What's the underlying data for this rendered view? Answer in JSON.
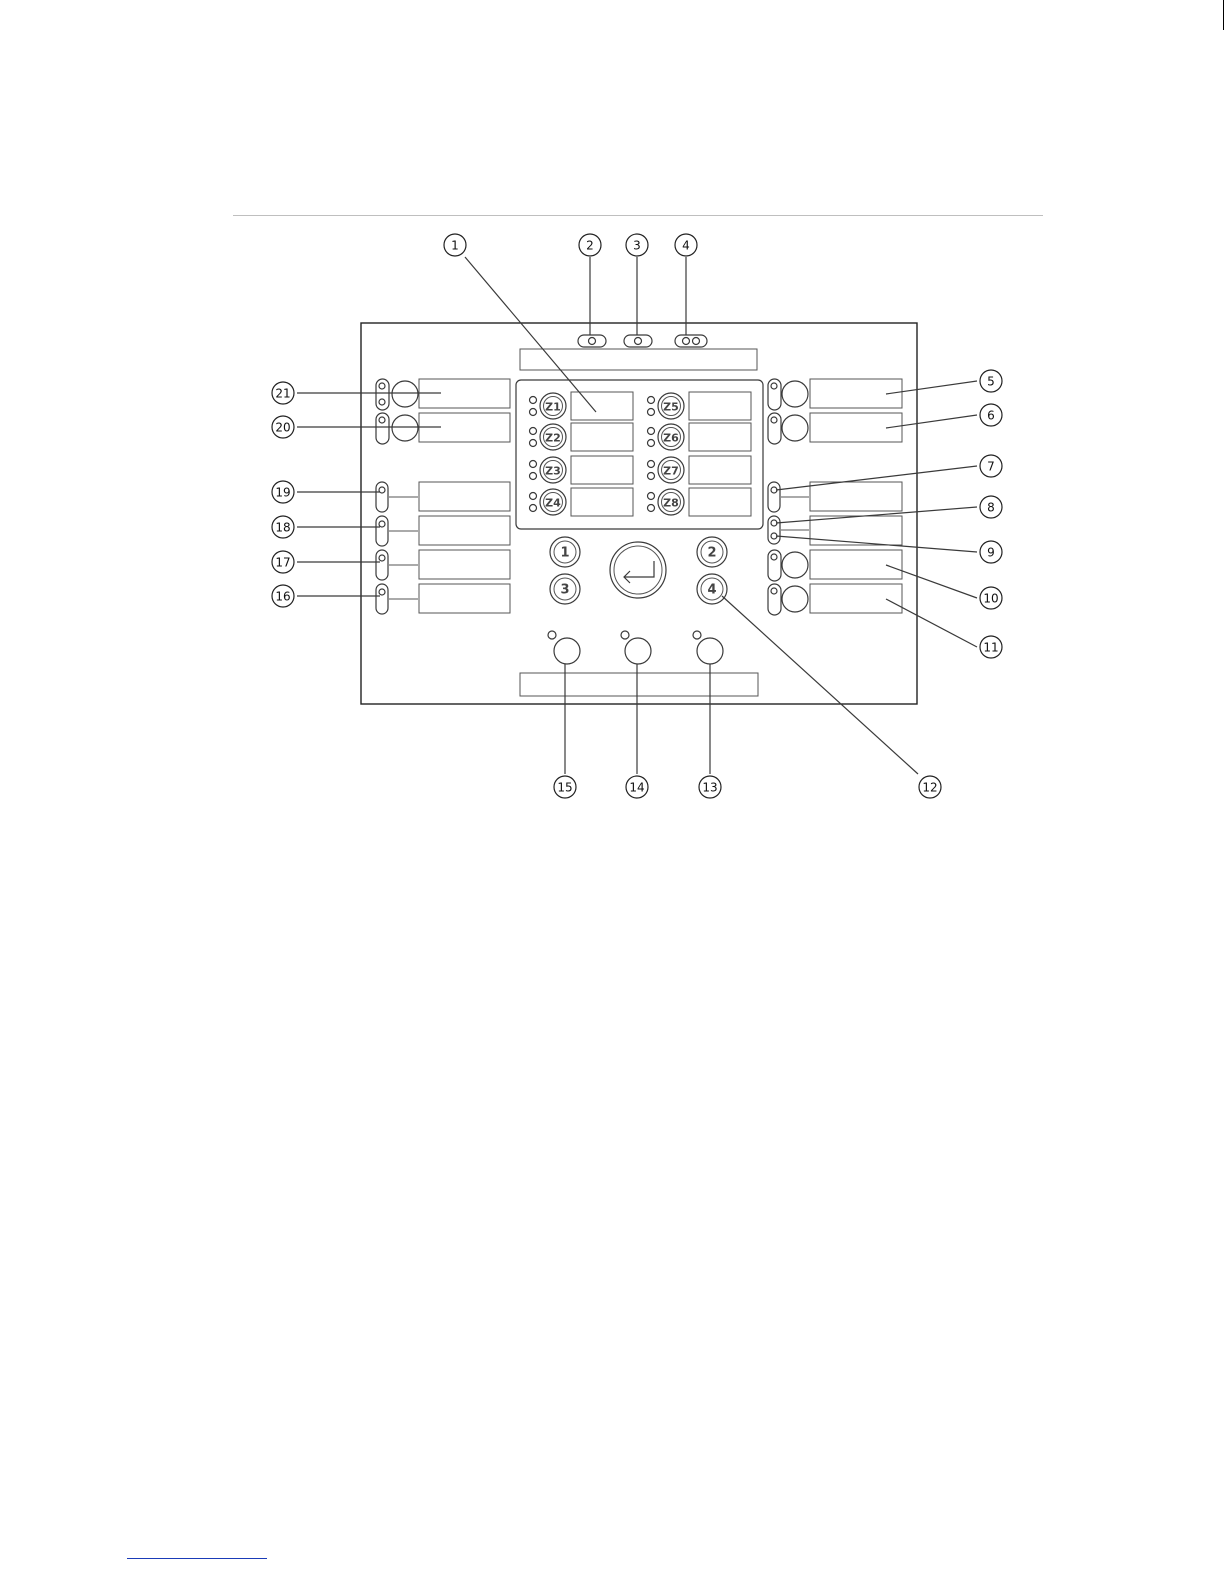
{
  "diagram": {
    "zones_left": [
      {
        "label": "Z1"
      },
      {
        "label": "Z2"
      },
      {
        "label": "Z3"
      },
      {
        "label": "Z4"
      }
    ],
    "zones_right": [
      {
        "label": "Z5"
      },
      {
        "label": "Z6"
      },
      {
        "label": "Z7"
      },
      {
        "label": "Z8"
      }
    ],
    "nav_buttons": [
      {
        "label": "1"
      },
      {
        "label": "2"
      },
      {
        "label": "3"
      },
      {
        "label": "4"
      }
    ],
    "callouts": [
      {
        "label": "1"
      },
      {
        "label": "2"
      },
      {
        "label": "3"
      },
      {
        "label": "4"
      },
      {
        "label": "5"
      },
      {
        "label": "6"
      },
      {
        "label": "7"
      },
      {
        "label": "8"
      },
      {
        "label": "9"
      },
      {
        "label": "10"
      },
      {
        "label": "11"
      },
      {
        "label": "12"
      },
      {
        "label": "13"
      },
      {
        "label": "14"
      },
      {
        "label": "15"
      },
      {
        "label": "16"
      },
      {
        "label": "17"
      },
      {
        "label": "18"
      },
      {
        "label": "19"
      },
      {
        "label": "20"
      },
      {
        "label": "21"
      }
    ]
  }
}
